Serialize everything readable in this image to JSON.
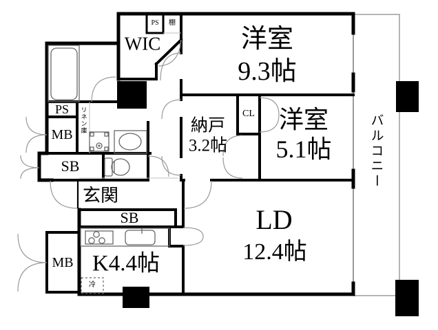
{
  "rooms": {
    "western_9_3": {
      "name": "洋室",
      "size": "9.3帖"
    },
    "western_5_1": {
      "name": "洋室",
      "size": "5.1帖"
    },
    "storage_room": {
      "name": "納戸",
      "size": "3.2帖"
    },
    "living_dining": {
      "name": "LD",
      "size": "12.4帖"
    },
    "kitchen": {
      "name": "K4.4帖"
    },
    "walk_in_closet": {
      "name": "WIC"
    },
    "entrance": {
      "name": "玄関"
    },
    "balcony": {
      "name": "バルコニー"
    }
  },
  "storage_labels": {
    "closet": "CL",
    "shelf": "棚",
    "linen_closet": "リネン庫",
    "shoe_box_upper": "SB",
    "shoe_box_lower": "SB"
  },
  "utility_labels": {
    "pipe_space_top": "PS",
    "pipe_space_left": "PS",
    "meter_box_upper": "MB",
    "meter_box_lower": "MB",
    "refrigerator": "冷"
  },
  "colors": {
    "wall": "#000000",
    "pillar": "#000000",
    "fixture_line": "#666666",
    "door_swing": "#9a9a9a",
    "balcony_line": "#b5b5b5",
    "background": "#ffffff"
  }
}
